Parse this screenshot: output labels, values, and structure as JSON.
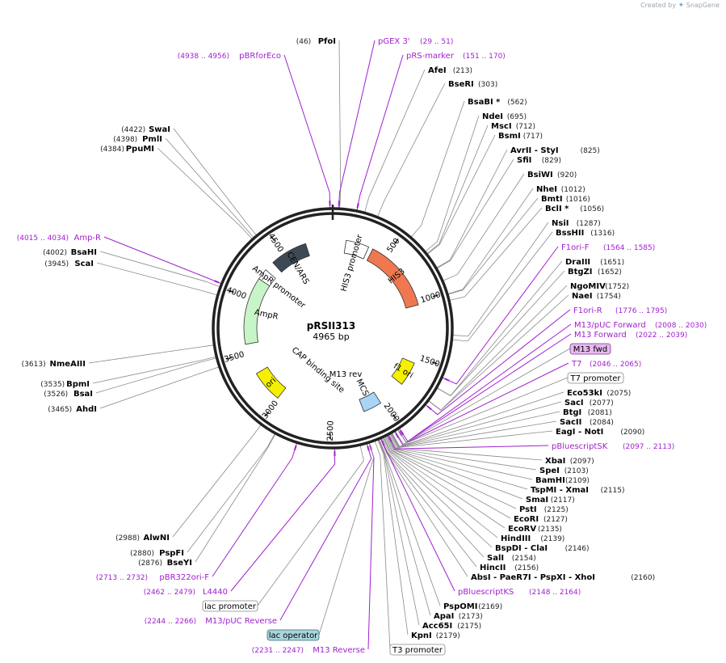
{
  "brand": {
    "created_by": "Created by",
    "name": "SnapGene"
  },
  "plasmid": {
    "name": "pRSII313",
    "size": "4965 bp",
    "length": 4965
  },
  "ring_ticks": [
    {
      "pos": 500,
      "label": "500"
    },
    {
      "pos": 1000,
      "label": "1000"
    },
    {
      "pos": 1500,
      "label": "1500"
    },
    {
      "pos": 2000,
      "label": "2000"
    },
    {
      "pos": 2500,
      "label": "2500"
    },
    {
      "pos": 3000,
      "label": "3000"
    },
    {
      "pos": 3500,
      "label": "3500"
    },
    {
      "pos": 4000,
      "label": "4000"
    },
    {
      "pos": 4500,
      "label": "4500"
    }
  ],
  "features": [
    {
      "name": "CEN/ARS",
      "start": 4380,
      "end": 4720,
      "color": "#3d4a55",
      "label": "CEN/ARS"
    },
    {
      "name": "HIS3 promoter",
      "start": 120,
      "end": 330,
      "color": "#ffffff",
      "label": "HIS3 promoter"
    },
    {
      "name": "HIS3",
      "start": 370,
      "end": 1030,
      "color": "#f07850",
      "label": "HIS3"
    },
    {
      "name": "AmpR promoter",
      "start": 4190,
      "end": 4290,
      "color": "#ffffff",
      "label": "AmpR promoter"
    },
    {
      "name": "AmpR",
      "start": 3580,
      "end": 4190,
      "color": "#c8f5c8",
      "label": "AmpR"
    },
    {
      "name": "ori",
      "start": 3010,
      "end": 3300,
      "color": "#f5f000",
      "label": "ori"
    },
    {
      "name": "f1 ori",
      "start": 1560,
      "end": 1780,
      "color": "#f5f000",
      "label": "f1 ori"
    },
    {
      "name": "MCS",
      "start": 2030,
      "end": 2200,
      "color": "#a8d4f5",
      "label": "MCS"
    }
  ],
  "inner_labels": [
    {
      "text": "CAP binding site"
    },
    {
      "text": "M13 rev"
    },
    {
      "text": "ori"
    },
    {
      "text": "f1 ori"
    }
  ],
  "sites_right": [
    {
      "name": "AfeI",
      "pos": "(213)",
      "ring": 213
    },
    {
      "name": "BseRI",
      "pos": "(303)",
      "ring": 303
    },
    {
      "name": "BsaBI *",
      "pos": "(562)",
      "ring": 562
    },
    {
      "name": "NdeI",
      "pos": "(695)",
      "ring": 695
    },
    {
      "name": "MscI",
      "pos": "(712)",
      "ring": 712
    },
    {
      "name": "BsmI",
      "pos": "(717)",
      "ring": 717
    },
    {
      "name": "AvrII  - StyI",
      "pos": "(825)",
      "ring": 825
    },
    {
      "name": "SfiI",
      "pos": "(829)",
      "ring": 829
    },
    {
      "name": "BsiWI",
      "pos": "(920)",
      "ring": 920
    },
    {
      "name": "NheI",
      "pos": "(1012)",
      "ring": 1012
    },
    {
      "name": "BmtI",
      "pos": "(1016)",
      "ring": 1016
    },
    {
      "name": "BclI *",
      "pos": "(1056)",
      "ring": 1056
    },
    {
      "name": "NsiI",
      "pos": "(1287)",
      "ring": 1287
    },
    {
      "name": "BssHII",
      "pos": "(1316)",
      "ring": 1316
    },
    {
      "name": "DraIII",
      "pos": "(1651)",
      "ring": 1651
    },
    {
      "name": "BtgZI",
      "pos": "(1652)",
      "ring": 1652
    },
    {
      "name": "NgoMIV",
      "pos": "(1752)",
      "ring": 1752
    },
    {
      "name": "NaeI",
      "pos": "(1754)",
      "ring": 1754
    },
    {
      "name": "Eco53kI",
      "pos": "(2075)",
      "ring": 2075
    },
    {
      "name": "SacI",
      "pos": "(2077)",
      "ring": 2077
    },
    {
      "name": "BtgI",
      "pos": "(2081)",
      "ring": 2081
    },
    {
      "name": "SacII",
      "pos": "(2084)",
      "ring": 2084
    },
    {
      "name": "EagI  - NotI",
      "pos": "(2090)",
      "ring": 2090
    },
    {
      "name": "XbaI",
      "pos": "(2097)",
      "ring": 2097
    },
    {
      "name": "SpeI",
      "pos": "(2103)",
      "ring": 2103
    },
    {
      "name": "BamHI",
      "pos": "(2109)",
      "ring": 2109
    },
    {
      "name": "TspMI  - XmaI",
      "pos": "(2115)",
      "ring": 2115
    },
    {
      "name": "SmaI",
      "pos": "(2117)",
      "ring": 2117
    },
    {
      "name": "PstI",
      "pos": "(2125)",
      "ring": 2125
    },
    {
      "name": "EcoRI",
      "pos": "(2127)",
      "ring": 2127
    },
    {
      "name": "EcoRV",
      "pos": "(2135)",
      "ring": 2135
    },
    {
      "name": "HindIII",
      "pos": "(2139)",
      "ring": 2139
    },
    {
      "name": "BspDI  - ClaI",
      "pos": "(2146)",
      "ring": 2146
    },
    {
      "name": "SalI",
      "pos": "(2154)",
      "ring": 2154
    },
    {
      "name": "HincII",
      "pos": "(2156)",
      "ring": 2156
    },
    {
      "name": "AbsI  - PaeR7I  - PspXI  - XhoI",
      "pos": "(2160)",
      "ring": 2160
    },
    {
      "name": "PspOMI",
      "pos": "(2169)",
      "ring": 2169
    },
    {
      "name": "ApaI",
      "pos": "(2173)",
      "ring": 2173
    },
    {
      "name": "Acc65I",
      "pos": "(2175)",
      "ring": 2175
    },
    {
      "name": "KpnI",
      "pos": "(2179)",
      "ring": 2179
    }
  ],
  "sites_left": [
    {
      "name": "PfoI",
      "pos": "(46)",
      "ring": 46
    },
    {
      "name": "SwaI",
      "pos": "(4422)",
      "ring": 4422
    },
    {
      "name": "PmlI",
      "pos": "(4398)",
      "ring": 4398
    },
    {
      "name": "PpuMI",
      "pos": "(4384)",
      "ring": 4384
    },
    {
      "name": "BsaHI",
      "pos": "(4002)",
      "ring": 4002
    },
    {
      "name": "ScaI",
      "pos": "(3945)",
      "ring": 3945
    },
    {
      "name": "NmeAIII",
      "pos": "(3613)",
      "ring": 3613
    },
    {
      "name": "BpmI",
      "pos": "(3535)",
      "ring": 3535
    },
    {
      "name": "BsaI",
      "pos": "(3526)",
      "ring": 3526
    },
    {
      "name": "AhdI",
      "pos": "(3465)",
      "ring": 3465
    },
    {
      "name": "AlwNI",
      "pos": "(2988)",
      "ring": 2988
    },
    {
      "name": "PspFI",
      "pos": "(2880)",
      "ring": 2880
    },
    {
      "name": "BseYI",
      "pos": "(2876)",
      "ring": 2876
    }
  ],
  "primers": [
    {
      "name": "pGEX 3'",
      "range": "(29 .. 51)",
      "ring": 40
    },
    {
      "name": "pRS-marker",
      "range": "(151 .. 170)",
      "ring": 160
    },
    {
      "name": "pBRforEco",
      "range": "(4938 .. 4956)",
      "ring": 4947
    },
    {
      "name": "Amp-R",
      "range": "(4015 .. 4034)",
      "ring": 4025
    },
    {
      "name": "F1ori-F",
      "range": "(1564 .. 1585)",
      "ring": 1575
    },
    {
      "name": "F1ori-R",
      "range": "(1776 .. 1795)",
      "ring": 1785
    },
    {
      "name": "M13/pUC Forward",
      "range": "(2008 .. 2030)",
      "ring": 2019
    },
    {
      "name": "M13 Forward",
      "range": "(2022 .. 2039)",
      "ring": 2030
    },
    {
      "name": "T7",
      "range": "(2046 .. 2065)",
      "ring": 2055
    },
    {
      "name": "pBluescriptSK",
      "range": "(2097 .. 2113)",
      "ring": 2105
    },
    {
      "name": "pBluescriptKS",
      "range": "(2148 .. 2164)",
      "ring": 2156
    },
    {
      "name": "pBR322ori-F",
      "range": "(2713 .. 2732)",
      "ring": 2722
    },
    {
      "name": "L4440",
      "range": "(2462 .. 2479)",
      "ring": 2470
    },
    {
      "name": "M13/pUC Reverse",
      "range": "(2244 .. 2266)",
      "ring": 2255
    },
    {
      "name": "M13 Reverse",
      "range": "(2231 .. 2247)",
      "ring": 2239
    }
  ],
  "boxed": [
    {
      "name": "M13 fwd",
      "ring": 2030,
      "style": "purple"
    },
    {
      "name": "T7 promoter",
      "ring": 2050,
      "style": "plain"
    },
    {
      "name": "lac promoter",
      "ring": 2300,
      "style": "plain"
    },
    {
      "name": "lac operator",
      "ring": 2240,
      "style": "teal"
    },
    {
      "name": "T3 promoter",
      "ring": 2200,
      "style": "plain"
    }
  ],
  "colors": {
    "enzyme_line": "#8a8a8a",
    "primer": "#a020d0",
    "ring": "#222222",
    "bold_text": "#000000",
    "pos_text": "#222222"
  }
}
